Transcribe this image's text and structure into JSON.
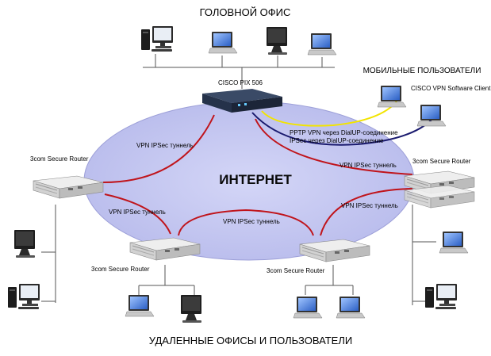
{
  "labels": {
    "head_office": "ГОЛОВНОЙ ОФИС",
    "mobile_users": "МОБИЛЬНЫЕ ПОЛЬЗОВАТЕЛИ",
    "remote_offices": "УДАЛЕННЫЕ ОФИСЫ И ПОЛЬЗОВАТЕЛИ",
    "internet": "ИНТЕРНЕТ",
    "cisco_pix": "CISCO PIX 506",
    "vpn_client": "CISCO VPN Software Client",
    "pptp_vpn": "PPTP VPN через DialUP-соединение",
    "ipsec_dialup": "IPSec через DialUP-соединение"
  },
  "routers": [
    {
      "label": "3com Secure Router"
    },
    {
      "label": "3com Secure Router"
    },
    {
      "label": "3com Secure Router"
    },
    {
      "label": "3com Secure Router"
    }
  ],
  "tunnels": [
    {
      "label": "VPN IPSec туннель"
    },
    {
      "label": "VPN IPSec туннель"
    },
    {
      "label": "VPN IPSec туннель"
    },
    {
      "label": "VPN IPSec туннель"
    },
    {
      "label": "VPN IPSec туннель"
    }
  ],
  "colors": {
    "ellipse_fill": "#c7c9f0",
    "tunnel": "#c0141b",
    "pptp_line": "#f2e400",
    "ipsec_line": "#1a1a6e",
    "lan_line": "#555555"
  },
  "icons": [
    "desktop-pc-icon",
    "laptop-icon",
    "router-icon",
    "firewall-icon"
  ]
}
